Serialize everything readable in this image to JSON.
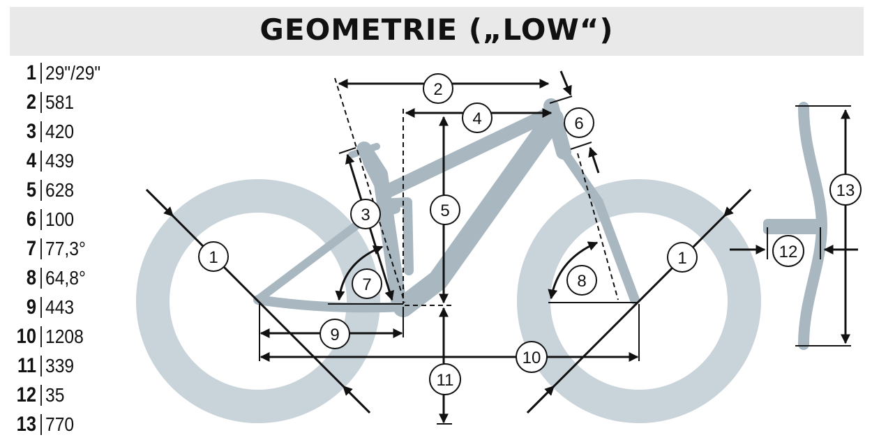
{
  "title": "GEOMETRIE („LOW“)",
  "specs": [
    {
      "key": "1",
      "value": "29\"/29\""
    },
    {
      "key": "2",
      "value": "581"
    },
    {
      "key": "3",
      "value": "420"
    },
    {
      "key": "4",
      "value": "439"
    },
    {
      "key": "5",
      "value": "628"
    },
    {
      "key": "6",
      "value": "100"
    },
    {
      "key": "7",
      "value": "77,3°"
    },
    {
      "key": "8",
      "value": "64,8°"
    },
    {
      "key": "9",
      "value": "443"
    },
    {
      "key": "10",
      "value": "1208"
    },
    {
      "key": "11",
      "value": "339"
    },
    {
      "key": "12",
      "value": "35"
    },
    {
      "key": "13",
      "value": "770"
    }
  ],
  "callouts": {
    "c1_rear": "1",
    "c1_front": "1",
    "c2": "2",
    "c3": "3",
    "c4": "4",
    "c5": "5",
    "c6": "6",
    "c7": "7",
    "c8": "8",
    "c9": "9",
    "c10": "10",
    "c11": "11",
    "c12": "12",
    "c13": "13"
  },
  "colors": {
    "wheel": "#c9d3da",
    "frame": "#a9b8c0",
    "line": "#111111",
    "header": "#e9e9e9"
  }
}
